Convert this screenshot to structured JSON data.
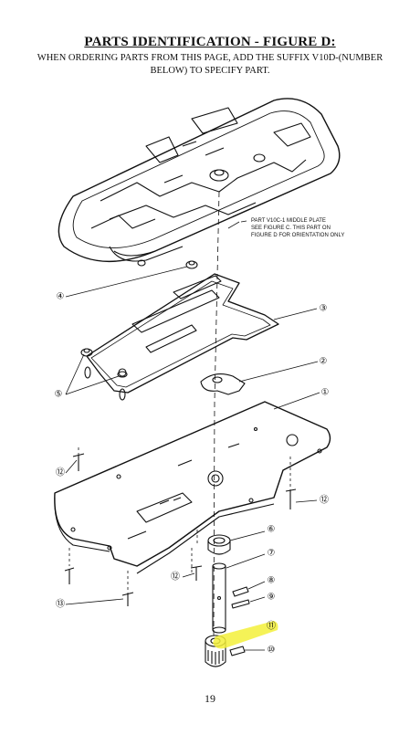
{
  "header": {
    "title": "PARTS IDENTIFICATION - FIGURE D:",
    "subtitle": "WHEN ORDERING PARTS FROM THIS PAGE, ADD THE SUFFIX V10D-(NUMBER BELOW) TO SPECIFY PART."
  },
  "note": {
    "line1": "PART V10C-1 MIDDLE PLATE",
    "line2": "SEE FIGURE C. THIS PART ON",
    "line3": "FIGURE D FOR ORIENTATION ONLY"
  },
  "callouts": {
    "c1": "①",
    "c2": "②",
    "c3": "③",
    "c4": "④",
    "c5": "⑤",
    "c6": "⑥",
    "c7": "⑦",
    "c8": "⑧",
    "c9": "⑨",
    "c10": "⑩",
    "c11": "⑪",
    "c12a": "⑫",
    "c12b": "⑫",
    "c12c": "⑫",
    "c13": "⑬"
  },
  "highlight": {
    "color": "#f3f03a",
    "target": "11"
  },
  "footer": {
    "page_number": "19"
  }
}
